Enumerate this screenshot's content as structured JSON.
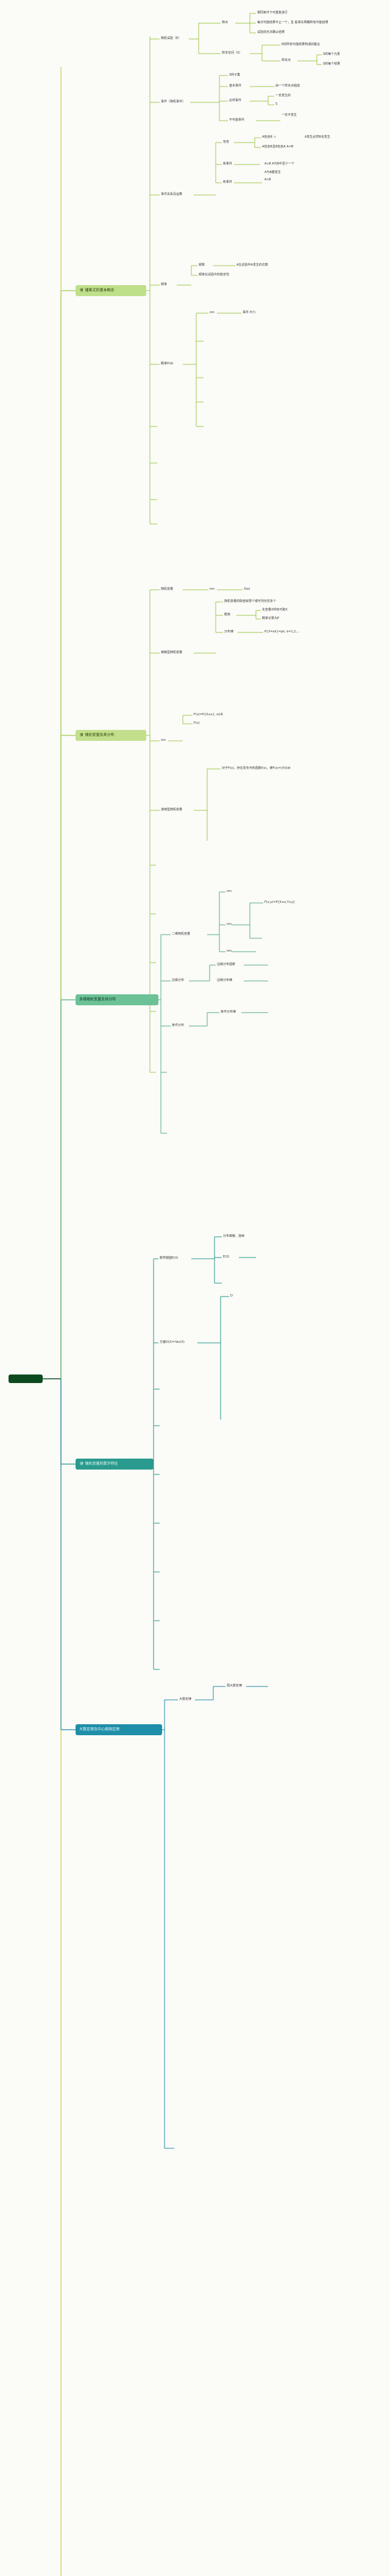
{
  "root": {
    "label": ""
  },
  "topics": [
    {
      "id": "t1",
      "label": "🛡 播客式的基本概念"
    },
    {
      "id": "t2",
      "label": "🛡 随机变量及其分布"
    },
    {
      "id": "t3",
      "label": "多维随机变量及其分布"
    },
    {
      "id": "t4",
      "label": "🛡 随机变量的数字特征"
    },
    {
      "id": "t5",
      "label": "大数定律及中心极限定理"
    }
  ],
  "t1": {
    "event": "随机试验（E）",
    "feature": "特点",
    "feature_items": [
      "相同条件下可重复进行",
      "每次可能结果不止一个，且 能事先明确所有可能结果",
      "试验前无法确认结果"
    ],
    "sample_space": "样本空间（S）",
    "sample_space_note": "E的所有可能结果构成的集合",
    "sample_point": "样本点",
    "sample_point_items": [
      "S的每个元素",
      "S的每个结果"
    ],
    "event_node": "事件（随机事件）",
    "event_items": [
      "S的子集",
      "基本事件",
      "必然事件",
      "不可能事件"
    ],
    "basic_event_note": "由一个样本点组成",
    "certain_event_note": "一定发生的",
    "certain_event_s": "S",
    "impossible_event_note": "一定不发生",
    "relation_node": "事件关系及运算",
    "relation_items": [
      "包含",
      "和事件",
      "积事件"
    ],
    "contain_note": "A包含B  ⊃",
    "contain_note2": "A发生必然B也发生",
    "and_note": "A包含B且B包含A  A=B",
    "sum_note": "A∪B  A与B中至少一个",
    "sum_note2": "A与B都发生",
    "product_note": "A∩B",
    "freq_node": "频率",
    "freq_items": [
      "频数",
      "频率在试验中的稳定性"
    ],
    "freq_note": "A在试验中A发生的次数",
    "prob_node": "概率P(A)",
    "prob_axiom": "nm",
    "prob_note": "事件 P(?)"
  },
  "t2": {
    "rv": "随机变量",
    "rv_x": "nm",
    "rv_def": "X(e)",
    "drv": "离散型随机变量",
    "drv_note": "随机变量的取值有限个或可列无穷多个",
    "drv_dist": "概率",
    "drv_dist_items": [
      "化变量X所有可取X",
      "概率记录为P"
    ],
    "law": "分布律",
    "law_note": "P{X=xk}=pk, k=1,2,...",
    "dist_fn": "nm",
    "dist_fn_items": [
      "F(x)=P{X≤x}, x∈R",
      "F(x)"
    ],
    "crv": "连续型随机变量",
    "crv_note": "对于F(x)，存在非负可积函数f(x)，使F(x)=∫f(t)dt"
  },
  "t3": {
    "two_dim": "二维随机变量",
    "two_dim_items": [
      "nm",
      "nm",
      "nm"
    ],
    "two_dim_def": "F(x,y)=P{X≤x,Y≤y}",
    "marginal": "边缘分布",
    "marginal_items": [
      "边缘分布函数",
      "边缘分布律"
    ],
    "cond": "条件分布",
    "cond_items": [
      "条件分布律"
    ]
  },
  "t4": {
    "expect": "数学期望E(X)",
    "expect_items": [
      "分布离散、连续",
      "E(X)"
    ],
    "var": "方差D(X)=Var(X)",
    "var_items": [
      "D"
    ]
  },
  "t5": {
    "lln": "大数定律",
    "lln_items": [
      "弱大数定律"
    ]
  },
  "colors": {
    "t1": "#9cc84a",
    "t2": "#9cc84a",
    "t3": "#4fae7e",
    "t4": "#1e9488",
    "t5": "#1d86a3",
    "root": "#0d4a1f",
    "spine": "#c8cf52"
  }
}
